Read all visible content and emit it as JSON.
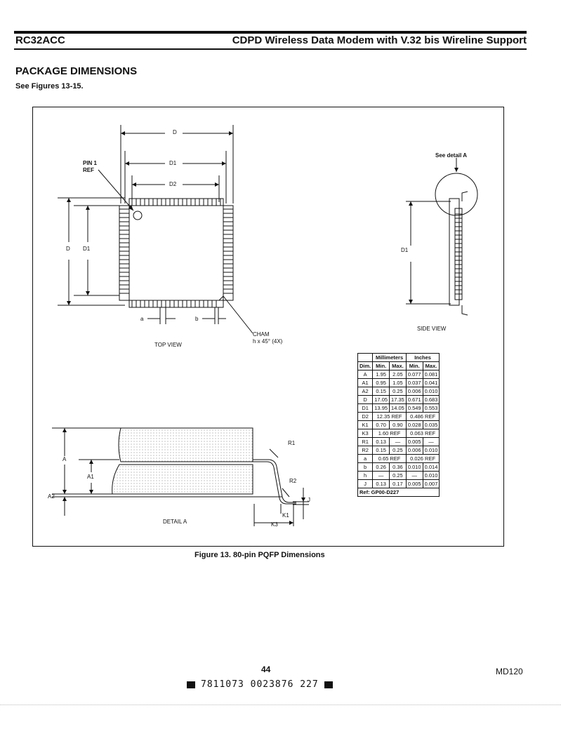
{
  "header": {
    "left": "RC32ACC",
    "right": "CDPD Wireless Data Modem with V.32 bis Wireline Support"
  },
  "section": {
    "title": "PACKAGE DIMENSIONS",
    "subtitle": "See Figures 13-15."
  },
  "top_view": {
    "label": "TOP VIEW",
    "dim_d": "D",
    "dim_d1": "D1",
    "dim_d2": "D2",
    "pin1": "PIN 1",
    "ref": "REF",
    "side_d": "D",
    "side_d1": "D1",
    "a": "a",
    "b": "b",
    "cham1": "CHAM",
    "cham2": "h x 45° (4X)"
  },
  "side_view": {
    "label": "SIDE VIEW",
    "see_detail": "See detail A",
    "d1": "D1"
  },
  "detail": {
    "label": "DETAIL A",
    "a": "A",
    "a1": "A1",
    "a2": "A2",
    "r1": "R1",
    "r2": "R2",
    "j": "J",
    "k1": "K1",
    "k3": "K3"
  },
  "table": {
    "group_headers": [
      "Millimeters",
      "Inches"
    ],
    "col_headers": [
      "Dim.",
      "Min.",
      "Max.",
      "Min.",
      "Max."
    ],
    "rows": [
      [
        "A",
        "1.95",
        "2.05",
        "0.077",
        "0.081"
      ],
      [
        "A1",
        "0.95",
        "1.05",
        "0.037",
        "0.041"
      ],
      [
        "A2",
        "0.15",
        "0.25",
        "0.006",
        "0.010"
      ],
      [
        "D",
        "17.05",
        "17.35",
        "0.671",
        "0.683"
      ],
      [
        "D1",
        "13.95",
        "14.05",
        "0.549",
        "0.553"
      ],
      [
        "D2",
        "12.35 REF",
        "",
        "0.486 REF",
        ""
      ],
      [
        "K1",
        "0.70",
        "0.90",
        "0.028",
        "0.035"
      ],
      [
        "K3",
        "1.60 REF",
        "",
        "0.063 REF",
        ""
      ],
      [
        "R1",
        "0.13",
        "—",
        "0.005",
        "—"
      ],
      [
        "R2",
        "0.15",
        "0.25",
        "0.006",
        "0.010"
      ],
      [
        "a",
        "0.65 REF",
        "",
        "0.026 REF",
        ""
      ],
      [
        "b",
        "0.26",
        "0.36",
        "0.010",
        "0.014"
      ],
      [
        "h",
        "—",
        "0.25",
        "—",
        "0.010"
      ],
      [
        "J",
        "0.13",
        "0.17",
        "0.005",
        "0.007"
      ]
    ],
    "ref": "Ref: GP00-D227"
  },
  "figure_caption": "Figure 13. 80-pin PQFP Dimensions",
  "footer": {
    "page": "44",
    "doc_id": "MD120",
    "barcode_text": "7811073 0023876 227"
  }
}
